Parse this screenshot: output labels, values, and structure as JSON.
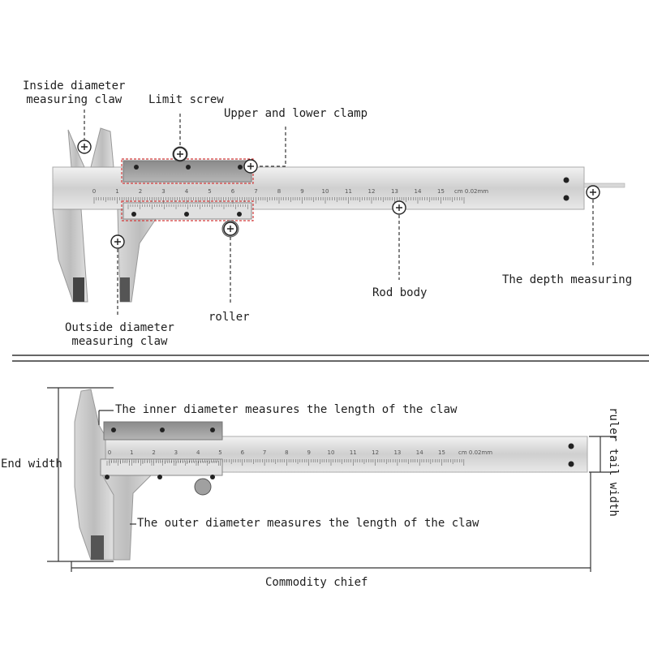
{
  "top_diagram": {
    "labels": {
      "inside_claw": "Inside diameter\nmeasuring claw",
      "limit_screw": "Limit screw",
      "clamp": "Upper and lower clamp",
      "rod_body": "Rod body",
      "depth": "The depth measuring",
      "roller": "roller",
      "outside_claw": "Outside diameter\nmeasuring claw"
    },
    "scale_numbers": [
      "0",
      "1",
      "2",
      "3",
      "4",
      "5",
      "6",
      "7",
      "8",
      "9",
      "10",
      "11",
      "12",
      "13",
      "14",
      "15"
    ],
    "unit": "cm",
    "precision": "0.02mm"
  },
  "bottom_diagram": {
    "labels": {
      "inner_claw_length": "The inner diameter measures the length of the claw",
      "outer_claw_length": "The outer diameter measures the length of the claw",
      "end_width": "End width",
      "ruler_tail_width": "ruler tail width",
      "commodity_chief": "Commodity chief"
    },
    "scale_numbers": [
      "0",
      "1",
      "2",
      "3",
      "4",
      "5",
      "6",
      "7",
      "8",
      "9",
      "10",
      "11",
      "12",
      "13",
      "14",
      "15"
    ],
    "unit": "cm",
    "precision": "0.02mm"
  },
  "colors": {
    "steel": "#cfcfcf",
    "steel_dark": "#9a9a9a",
    "highlight_box": "#d23a3a",
    "line": "#222222"
  },
  "icons": [
    "screw-icon",
    "rivet-icon"
  ]
}
